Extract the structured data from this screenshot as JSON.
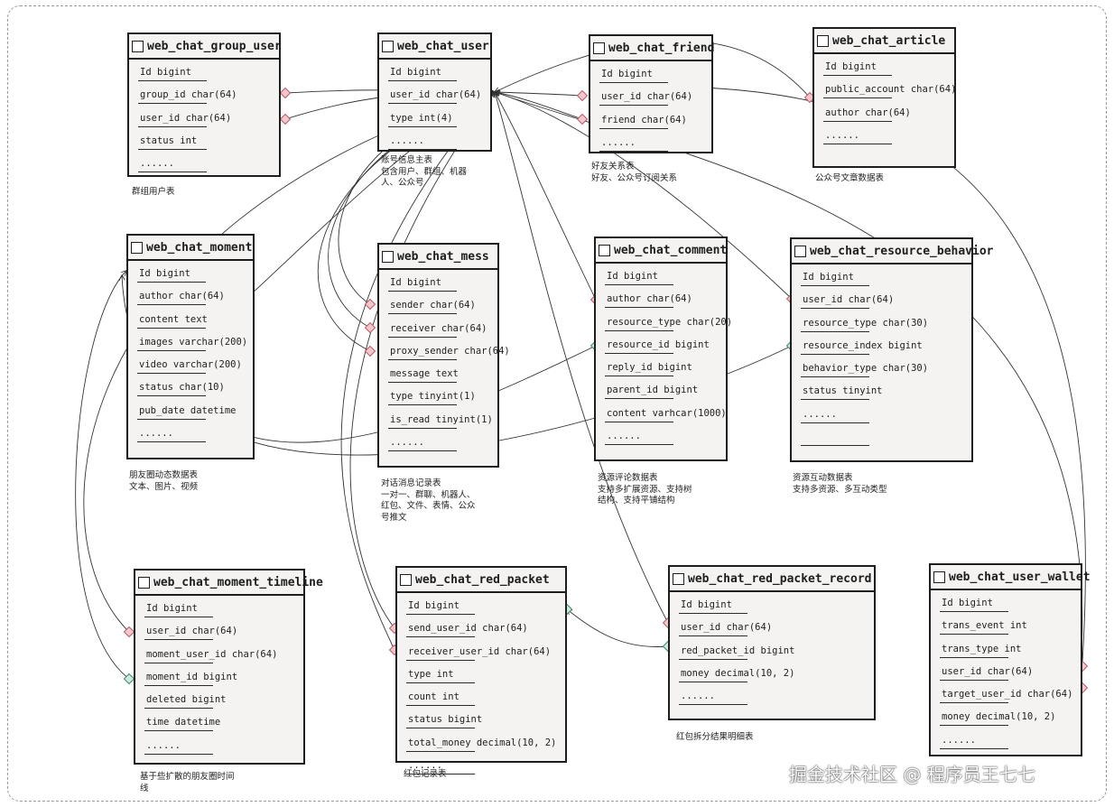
{
  "tables": [
    {
      "id": "web_chat_group_user",
      "name": "web_chat_group_user",
      "fields": [
        "Id bigint",
        "group_id char(64)",
        "user_id char(64)",
        "status int",
        "......"
      ],
      "note": "群组用户表"
    },
    {
      "id": "web_chat_user",
      "name": "web_chat_user",
      "fields": [
        "Id bigint",
        "user_id char(64)",
        "type int(4)",
        "......"
      ],
      "note": "账号信息主表\n包含用户、群组、机器\n人、公众号"
    },
    {
      "id": "web_chat_friend",
      "name": "web_chat_friend",
      "fields": [
        "Id bigint",
        "user_id char(64)",
        "friend char(64)",
        "......"
      ],
      "note": "好友关系表\n好友、公众号订阅关系"
    },
    {
      "id": "web_chat_article",
      "name": "web_chat_article",
      "fields": [
        "Id bigint",
        "public_account char(64)",
        "author char(64)",
        "......"
      ],
      "note": "公众号文章数据表"
    },
    {
      "id": "web_chat_moment",
      "name": "web_chat_moment",
      "fields": [
        "Id bigint",
        "author char(64)",
        "content text",
        "images varchar(200)",
        "video varchar(200)",
        "status char(10)",
        "pub_date datetime",
        "......"
      ],
      "note": "朋友圈动态数据表\n文本、图片、视频"
    },
    {
      "id": "web_chat_mess",
      "name": "web_chat_mess",
      "fields": [
        "Id bigint",
        "sender char(64)",
        "receiver char(64)",
        "proxy_sender char(64)",
        "message text",
        "type tinyint(1)",
        "is_read tinyint(1)",
        "......"
      ],
      "note": "对话消息记录表\n一对一、群聊、机器人、\n红包、文件、表情、公众\n号推文"
    },
    {
      "id": "web_chat_comment",
      "name": "web_chat_comment",
      "fields": [
        "Id bigint",
        "author char(64)",
        "resource_type char(20)",
        "resource_id bigint",
        "reply_id bigint",
        "parent_id bigint",
        "content varhcar(1000)",
        "......"
      ],
      "note": "资源评论数据表\n支持多扩展资源、支持树\n结构、支持平铺结构"
    },
    {
      "id": "web_chat_resource_behavior",
      "name": "web_chat_resource_behavior",
      "fields": [
        "Id bigint",
        "user_id char(64)",
        "resource_type char(30)",
        "resource_index bigint",
        "behavior_type char(30)",
        "status tinyint",
        "......",
        ""
      ],
      "note": "资源互动数据表\n支持多资源、多互动类型"
    },
    {
      "id": "web_chat_moment_timeline",
      "name": "web_chat_moment_timeline",
      "fields": [
        "Id bigint",
        "user_id char(64)",
        "moment_user_id char(64)",
        "moment_id bigint",
        "deleted bigint",
        "time datetime",
        "......"
      ],
      "note": "基于些扩散的朋友圈时间\n线"
    },
    {
      "id": "web_chat_red_packet",
      "name": "web_chat_red_packet",
      "fields": [
        "Id bigint",
        "send_user_id char(64)",
        "receiver_user_id char(64)",
        "type int",
        "count int",
        "status bigint",
        "total_money decimal(10, 2)",
        "......"
      ],
      "note": "红包记录表"
    },
    {
      "id": "web_chat_red_packet_record",
      "name": "web_chat_red_packet_record",
      "fields": [
        "Id bigint",
        "user_id char(64)",
        "red_packet_id bigint",
        "money decimal(10, 2)",
        "......"
      ],
      "note": "红包拆分结果明细表"
    },
    {
      "id": "web_chat_user_wallet",
      "name": "web_chat_user_wallet",
      "fields": [
        "Id bigint",
        "trans_event int",
        "trans_type int",
        "user_id char(64)",
        "target_user_id char(64)",
        "money decimal(10, 2)",
        "......"
      ],
      "note": ""
    }
  ],
  "watermark": "掘金技术社区 @ 程序员王七七",
  "colors": {
    "stroke": "#1e1e1e",
    "table_fill": "#f4f3f1",
    "fk_marker": "#f2c6cc",
    "id_marker": "#cdebdc",
    "frame": "#9a9a9a"
  }
}
